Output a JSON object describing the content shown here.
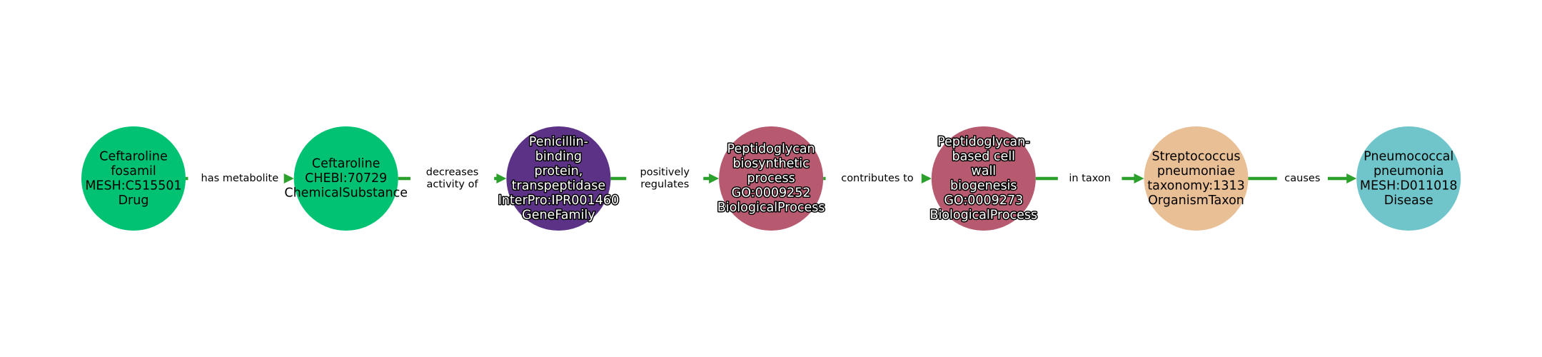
{
  "graph": {
    "edge_color": "#2ca02c",
    "nodes": [
      {
        "lines": [
          "Ceftaroline",
          "fosamil",
          "MESH:C515501",
          "Drug"
        ],
        "color": "#00c272",
        "halo": false
      },
      {
        "lines": [
          "Ceftaroline",
          "CHEBI:70729",
          "ChemicalSubstance"
        ],
        "color": "#00c272",
        "halo": false
      },
      {
        "lines": [
          "Penicillin-",
          "binding",
          "protein,",
          "transpeptidase",
          "InterPro:IPR001460",
          "GeneFamily"
        ],
        "color": "#5b3286",
        "halo": true
      },
      {
        "lines": [
          "Peptidoglycan",
          "biosynthetic",
          "process",
          "GO:0009252",
          "BiologicalProcess"
        ],
        "color": "#b75a70",
        "halo": true
      },
      {
        "lines": [
          "Peptidoglycan-",
          "based cell",
          "wall",
          "biogenesis",
          "GO:0009273",
          "BiologicalProcess"
        ],
        "color": "#b75a70",
        "halo": true
      },
      {
        "lines": [
          "Streptococcus",
          "pneumoniae",
          "taxonomy:1313",
          "OrganismTaxon"
        ],
        "color": "#e9bf95",
        "halo": false
      },
      {
        "lines": [
          "Pneumococcal",
          "pneumonia",
          "MESH:D011018",
          "Disease"
        ],
        "color": "#6fc5c9",
        "halo": false
      }
    ],
    "edges": [
      {
        "from": 0,
        "to": 1,
        "lines": [
          "has metabolite"
        ]
      },
      {
        "from": 1,
        "to": 2,
        "lines": [
          "decreases",
          "activity of"
        ]
      },
      {
        "from": 2,
        "to": 3,
        "lines": [
          "positively",
          "regulates"
        ]
      },
      {
        "from": 3,
        "to": 4,
        "lines": [
          "contributes to"
        ]
      },
      {
        "from": 4,
        "to": 5,
        "lines": [
          "in taxon"
        ]
      },
      {
        "from": 5,
        "to": 6,
        "lines": [
          "causes"
        ]
      }
    ]
  }
}
